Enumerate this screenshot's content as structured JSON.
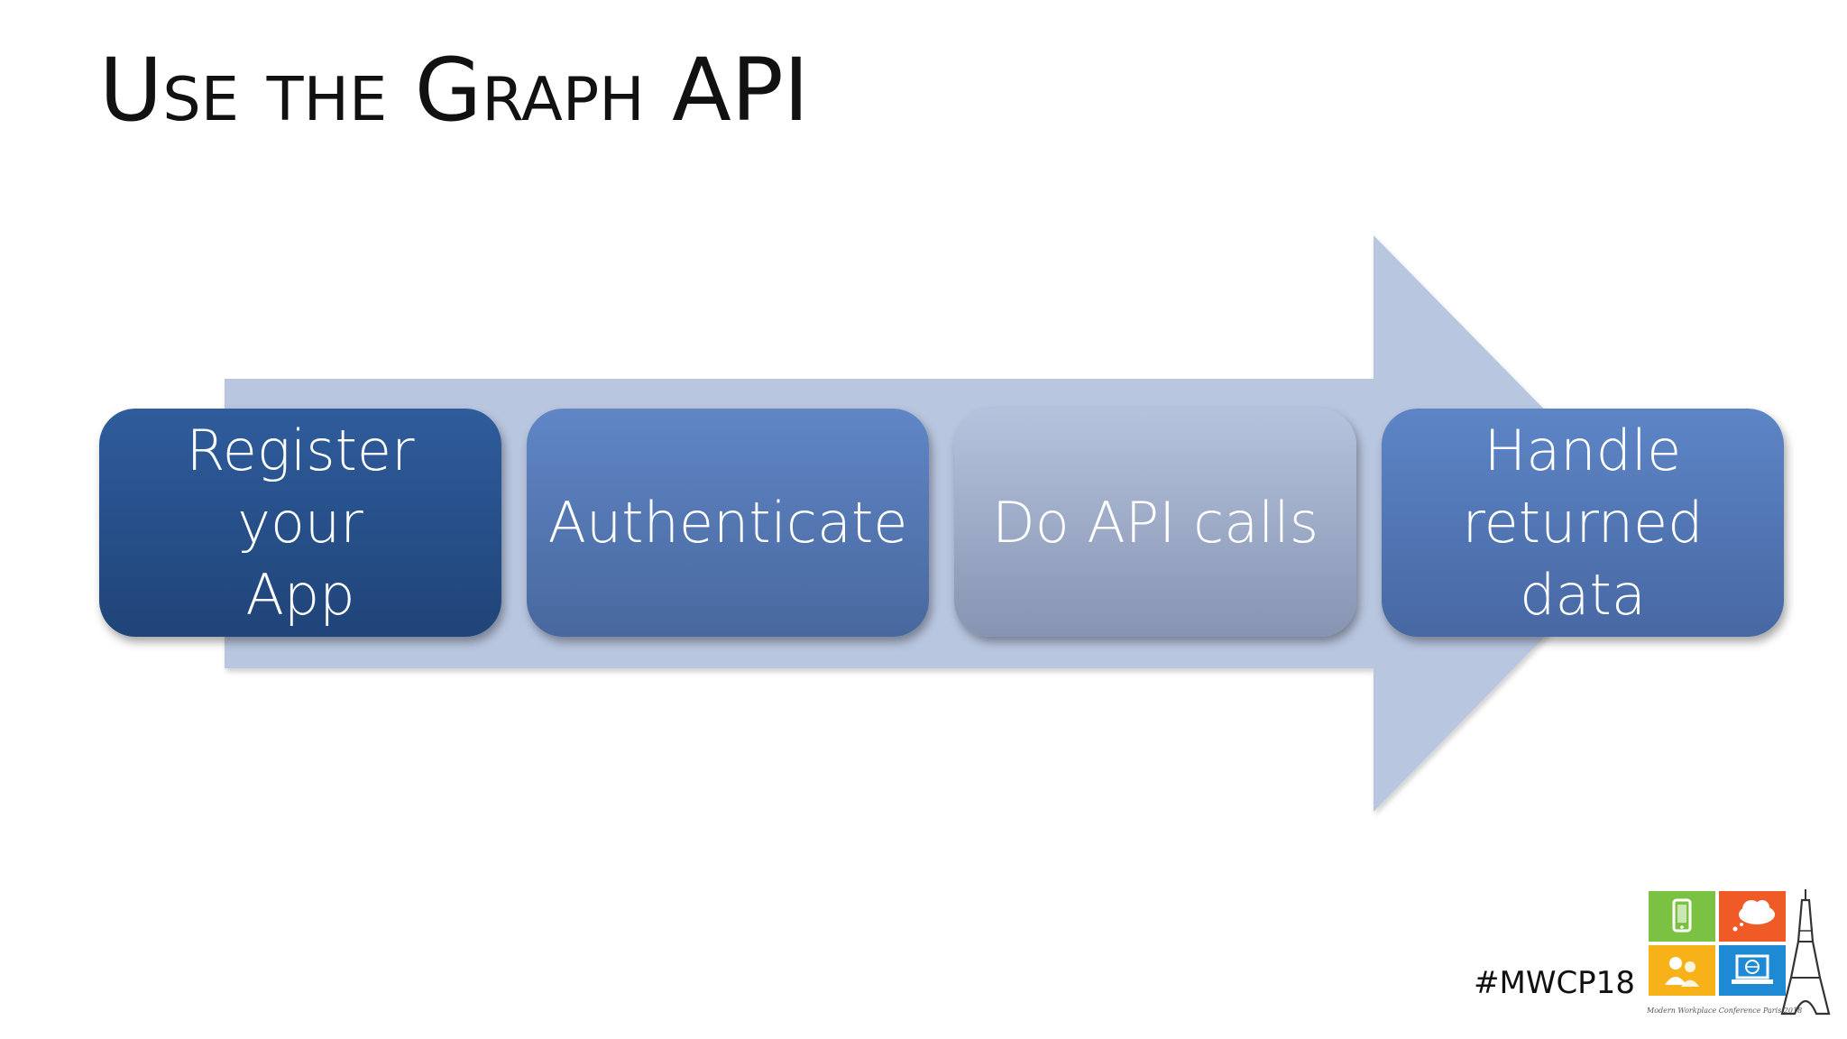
{
  "slide": {
    "title": "Use the Graph API",
    "hashtag": "#MWCP18"
  },
  "process": {
    "steps": [
      {
        "lines": [
          "Register your",
          "App"
        ]
      },
      {
        "lines": [
          "Authenticate"
        ]
      },
      {
        "lines": [
          "Do API calls"
        ]
      },
      {
        "lines": [
          "Handle",
          "returned data"
        ]
      }
    ]
  },
  "logo": {
    "name": "Modern Workplace Conference Paris 2018 logo",
    "icons": [
      "phone-icon",
      "cloud-icon",
      "people-icon",
      "laptop-globe-icon",
      "eiffel-tower-icon"
    ],
    "caption": "Modern Workplace Conference Paris 2018",
    "colors": {
      "green": "#7cc242",
      "red": "#ef5a27",
      "yellow": "#f8b219",
      "blue": "#1e8ad3"
    }
  },
  "colors": {
    "arrow": "#b9c6e0",
    "step1": "#2a5593",
    "step2": "#5a80c0",
    "step3": "#a9b8d6",
    "step4": "#5a80c0"
  }
}
